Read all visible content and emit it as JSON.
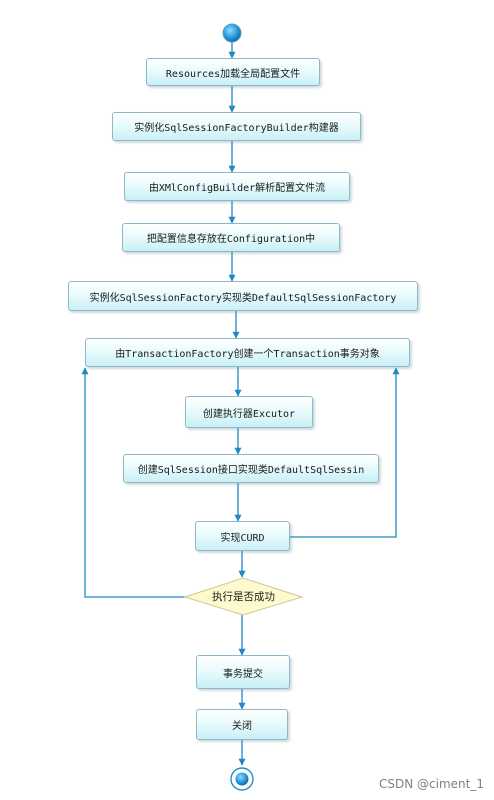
{
  "steps": {
    "load_resources": "Resources加载全局配置文件",
    "new_builder": "实例化SqlSessionFactoryBuilder构建器",
    "parse_xml": "由XMlConfigBuilder解析配置文件流",
    "store_config": "把配置信息存放在Configuration中",
    "new_factory": "实例化SqlSessionFactory实现类DefaultSqlSessionFactory",
    "create_tx": "由TransactionFactory创建一个Transaction事务对象",
    "create_executor": "创建执行器Excutor",
    "create_session": "创建SqlSession接口实现类DefaultSqlSessin",
    "curd": "实现CURD",
    "commit": "事务提交",
    "close": "关闭"
  },
  "decision": {
    "label": "执行是否成功"
  },
  "colors": {
    "arrow": "#1f88c8",
    "decision_fill": "#fffacd",
    "decision_stroke": "#c9c99a"
  },
  "watermark": "CSDN @ciment_1"
}
